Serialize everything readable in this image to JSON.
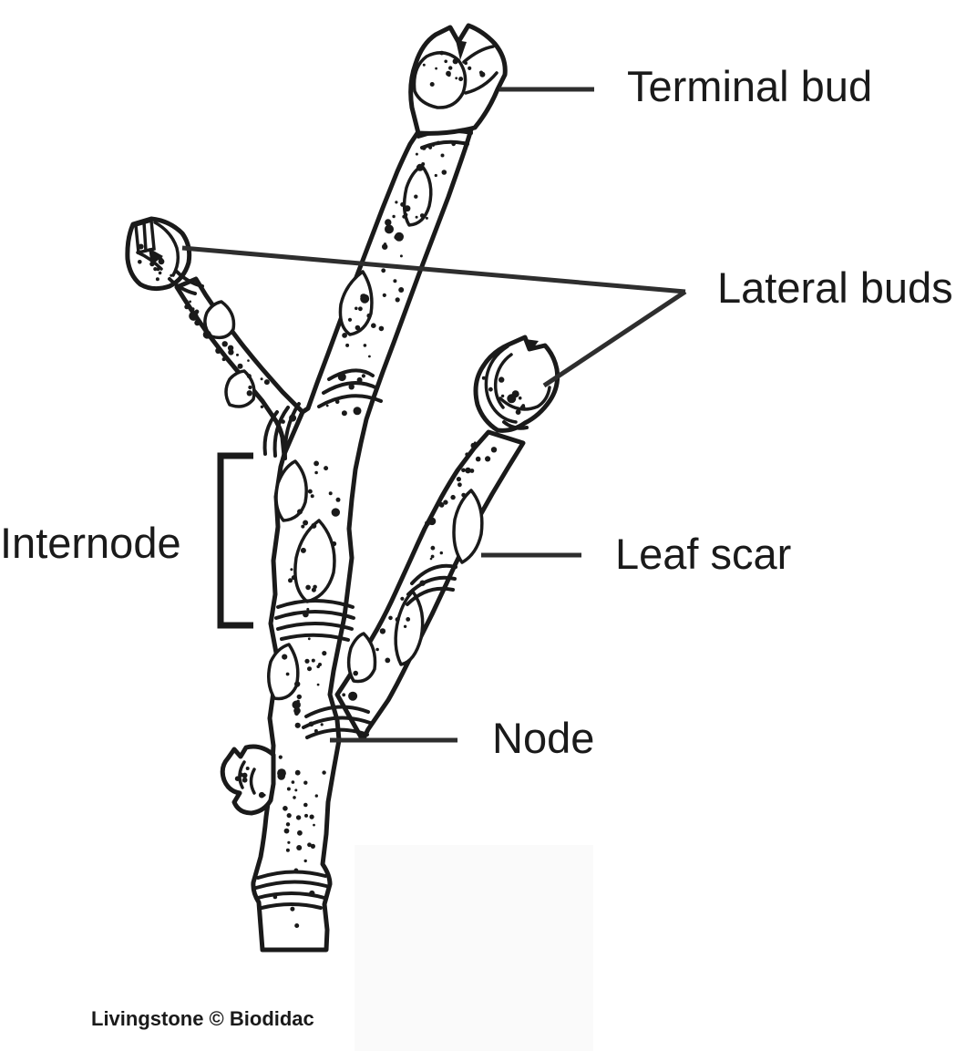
{
  "diagram": {
    "labels": {
      "terminal_bud": "Terminal bud",
      "lateral_buds": "Lateral buds",
      "internode": "Internode",
      "leaf_scar": "Leaf scar",
      "node": "Node"
    },
    "credit": "Livingstone © Biodidac",
    "colors": {
      "ink": "#1a1a1a",
      "leader": "#2e2e2e",
      "background": "#ffffff",
      "watermark_panel": "#fafafa"
    }
  }
}
